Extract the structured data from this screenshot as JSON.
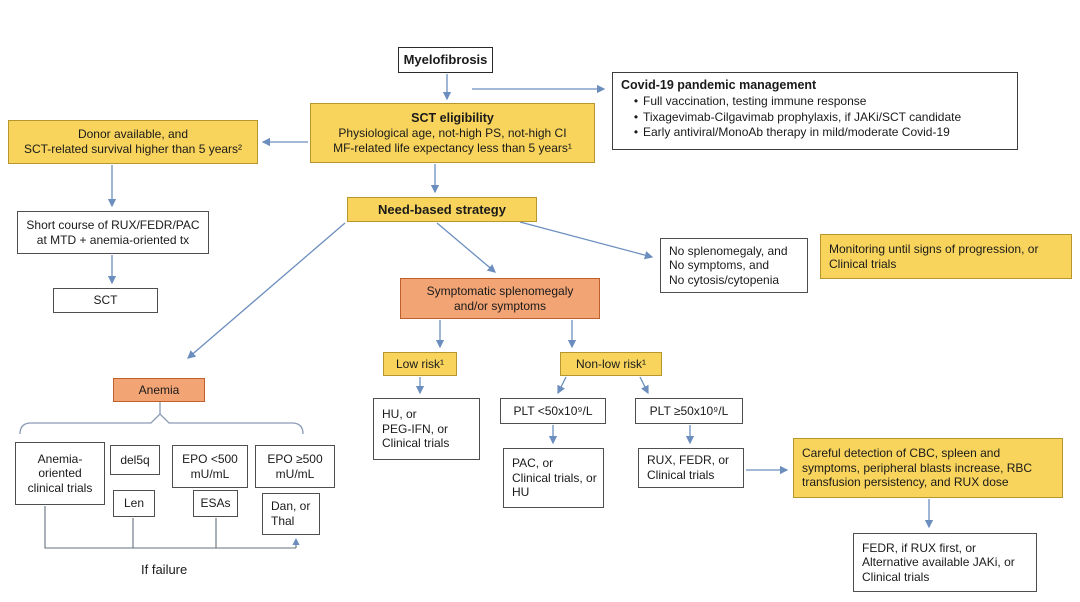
{
  "colors": {
    "yellow_fill": "#F8D45C",
    "yellow_border": "#B8962E",
    "orange_fill": "#F2A475",
    "orange_border": "#C05F2E",
    "white_fill": "#FFFFFF",
    "box_border": "#4F4F4F",
    "arrow": "#6C8EBF"
  },
  "nodes": {
    "myelofibrosis": {
      "label": "Myelofibrosis"
    },
    "covid": {
      "title": "Covid-19 pandemic management",
      "bullet_glyph": "•",
      "bullets": [
        "Full vaccination, testing immune response",
        "Tixagevimab-Cilgavimab prophylaxis, if JAKi/SCT candidate",
        "Early antiviral/MonoAb therapy in mild/moderate Covid-19"
      ]
    },
    "sct_eligibility": {
      "title": "SCT eligibility",
      "body": "Physiological age, not-high PS, not-high CI\nMF-related life expectancy less than 5 years¹"
    },
    "donor": {
      "label": "Donor available, and\nSCT-related survival higher than 5 years²"
    },
    "short_course": {
      "label": "Short course of RUX/FEDR/PAC\nat MTD + anemia-oriented tx"
    },
    "sct": {
      "label": "SCT"
    },
    "need_based": {
      "label": "Need-based strategy"
    },
    "no_splenomegaly": {
      "label": "No splenomegaly, and\nNo symptoms, and\nNo cytosis/cytopenia"
    },
    "monitoring": {
      "label": "Monitoring until signs of progression, or\nClinical trials"
    },
    "symptomatic": {
      "label": "Symptomatic splenomegaly\nand/or symptoms"
    },
    "low_risk": {
      "label": "Low risk¹"
    },
    "non_low_risk": {
      "label": "Non-low risk¹"
    },
    "hu": {
      "label": "HU, or\nPEG-IFN, or\nClinical trials"
    },
    "plt_low": {
      "label": "PLT <50x10⁹/L"
    },
    "plt_high": {
      "label": "PLT ≥50x10⁹/L"
    },
    "pac": {
      "label": "PAC, or\nClinical trials, or\nHU"
    },
    "rux": {
      "label": "RUX, FEDR, or\nClinical trials"
    },
    "careful_detection": {
      "label": "Careful detection of CBC, spleen and symptoms, peripheral blasts increase, RBC transfusion persistency, and RUX dose"
    },
    "fedr": {
      "label": "FEDR, if RUX first, or\nAlternative available JAKi, or\nClinical trials"
    },
    "anemia": {
      "label": "Anemia"
    },
    "anemia_oriented": {
      "label": "Anemia-\noriented\nclinical trials"
    },
    "del5q": {
      "label": "del5q"
    },
    "epo_low": {
      "label": "EPO <500\nmU/mL"
    },
    "epo_high": {
      "label": "EPO ≥500\nmU/mL"
    },
    "len": {
      "label": "Len"
    },
    "esas": {
      "label": "ESAs"
    },
    "dan_thal": {
      "label": "Dan, or\nThal"
    },
    "if_failure": {
      "label": "If failure"
    }
  }
}
